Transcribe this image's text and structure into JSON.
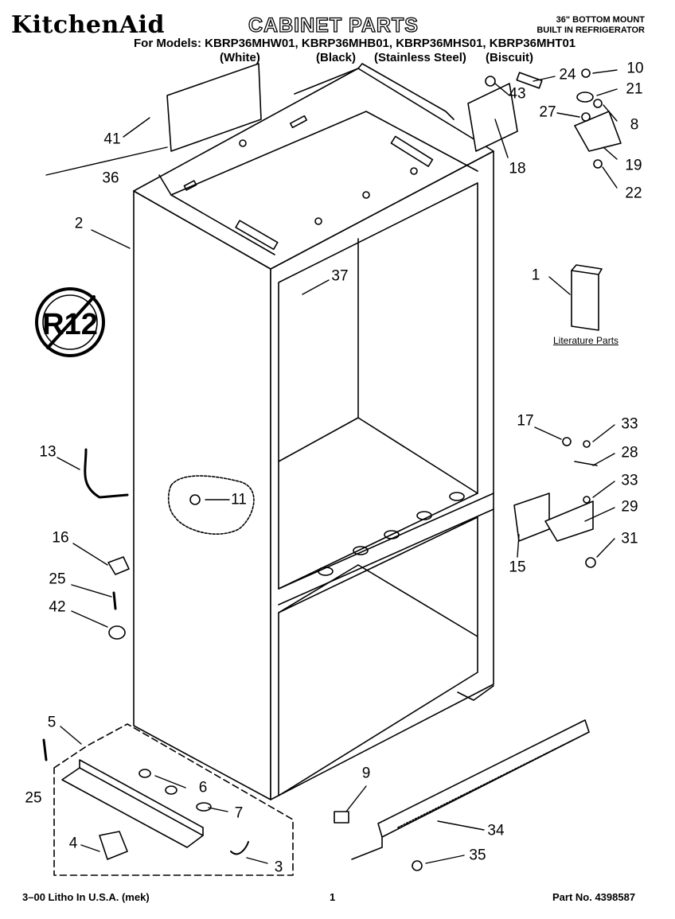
{
  "header": {
    "brand": "KitchenAid",
    "title": "CABINET PARTS",
    "model_line": "For Models: KBRP36MHW01, KBRP36MHB01, KBRP36MHS01, KBRP36MHT01",
    "finishes": [
      "(White)",
      "(Black)",
      "(Stainless Steel)",
      "(Biscuit)"
    ],
    "subtitle_line1": "36\" BOTTOM MOUNT",
    "subtitle_line2": "BUILT IN REFRIGERATOR"
  },
  "badge_text": "R12",
  "literature_label": "Literature Parts",
  "callouts": [
    "1",
    "2",
    "3",
    "4",
    "5",
    "6",
    "7",
    "8",
    "9",
    "10",
    "11",
    "13",
    "15",
    "16",
    "17",
    "18",
    "19",
    "21",
    "22",
    "24",
    "25",
    "25",
    "27",
    "28",
    "29",
    "31",
    "33",
    "33",
    "34",
    "35",
    "36",
    "37",
    "41",
    "42",
    "43"
  ],
  "footer": {
    "left": "3–00 Litho In U.S.A. (mek)",
    "page": "1",
    "part_number": "Part No. 4398587"
  }
}
